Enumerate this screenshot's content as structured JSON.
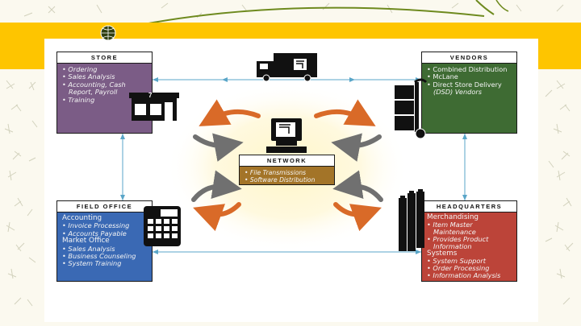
{
  "colors": {
    "store": "#7b5c86",
    "vendors": "#3e6b33",
    "field_office": "#3a69b4",
    "headquarters": "#bc4439",
    "network": "#a37428",
    "orange_arrow": "#d96a28",
    "gray_arrow": "#707070",
    "connector": "#5aa6c8",
    "band": "#fec500"
  },
  "icons": [
    "truck-icon",
    "storefront-icon",
    "computer-icon",
    "hand-truck-icon",
    "calculator-icon",
    "binders-icon",
    "globe-icon"
  ],
  "store": {
    "title": "STORE",
    "items": [
      "• Ordering",
      "• Sales Analysis",
      "• Accounting, Cash",
      "Report, Payroll",
      "• Training"
    ]
  },
  "vendors": {
    "title": "VENDORS",
    "items": [
      "• Combined Distribution",
      "• McLane",
      "• Direct Store Delivery",
      "(DSD) Vendors"
    ]
  },
  "network": {
    "title": "NETWORK",
    "items": [
      "• File Transmissions",
      "• Software Distribution"
    ]
  },
  "field_office": {
    "title": "FIELD OFFICE",
    "section1": "Accounting",
    "items1": [
      "• Invoice Processing",
      "• Accounts Payable"
    ],
    "section2": "Market Office",
    "items2": [
      "• Sales Analysis",
      "• Business Counseling",
      "• System Training"
    ]
  },
  "headquarters": {
    "title": "HEADQUARTERS",
    "section1": "Merchandising",
    "items1": [
      "• Item Master",
      "Maintenance",
      "• Provides Product",
      "Information"
    ],
    "section2": "Systems",
    "items2": [
      "• System Support",
      "• Order Processing",
      "• Information Analysis"
    ]
  },
  "storefront_sign": "7"
}
